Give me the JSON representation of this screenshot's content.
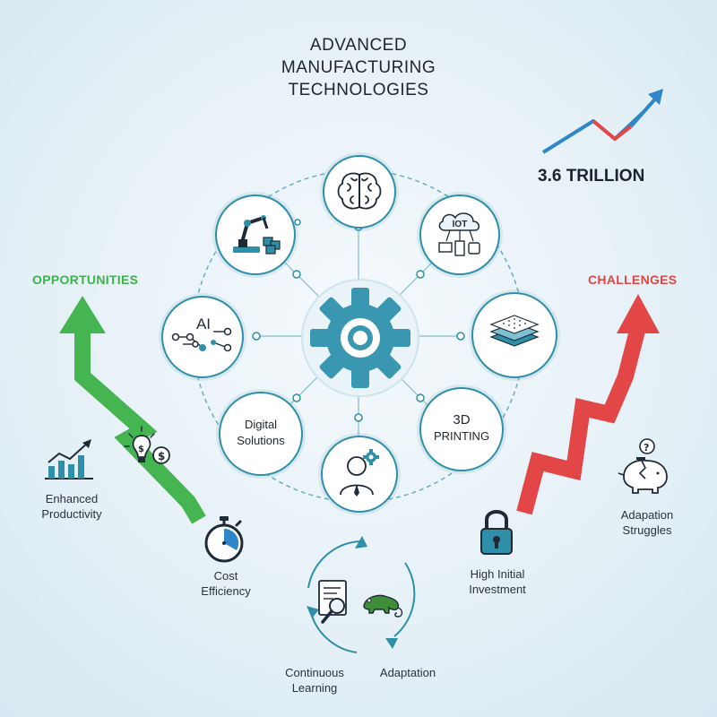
{
  "title": {
    "line1": "ADVANCED",
    "line2": "MANUFACTURING",
    "line3": "TECHNOLOGIES"
  },
  "trend": {
    "value_label": "3.6 TRILLION"
  },
  "sides": {
    "opportunities": "OPPORTUNITIES",
    "challenges": "CHALLENGES"
  },
  "hub": {
    "nodes": {
      "ai": "AI",
      "iot": "IOT",
      "digital_line1": "Digital",
      "digital_line2": "Solutions",
      "printing_line1": "3D",
      "printing_line2": "PRINTING"
    }
  },
  "opportunities": {
    "productivity_line1": "Enhanced",
    "productivity_line2": "Productivity",
    "cost_line1": "Cost",
    "cost_line2": "Efficiency"
  },
  "challenges": {
    "investment_line1": "High Initial",
    "investment_line2": "Investment",
    "adaptation_line1": "Adapation",
    "adaptation_line2": "Struggles"
  },
  "cycle": {
    "learning_line1": "Continuous",
    "learning_line2": "Learning",
    "adaptation": "Adaptation"
  },
  "colors": {
    "teal": "#2f8fa8",
    "green": "#45b552",
    "red": "#e24646",
    "blue": "#2f86c8",
    "dark": "#1f2a36"
  }
}
